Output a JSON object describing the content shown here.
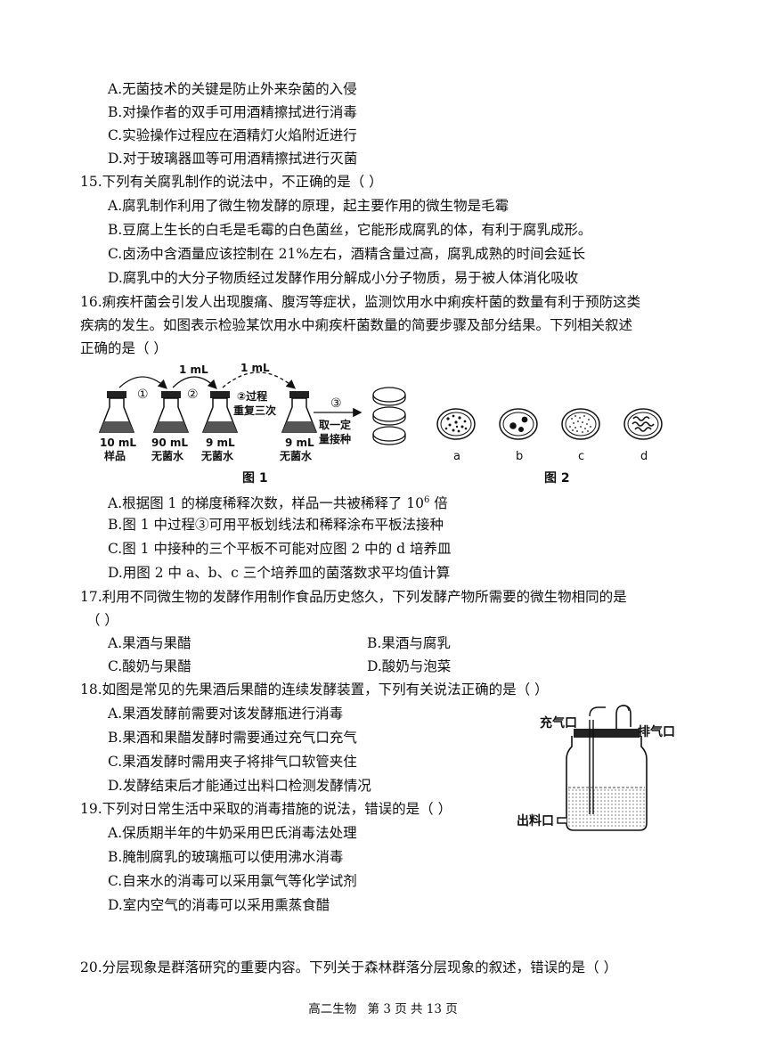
{
  "q14": {
    "a": "A.无菌技术的关键是防止外来杂菌的入侵",
    "b": "B.对操作者的双手可用酒精擦拭进行消毒",
    "c": "C.实验操作过程应在酒精灯火焰附近进行",
    "d": "D.对于玻璃器皿等可用酒精擦拭进行灭菌"
  },
  "q15": {
    "stem": "15.下列有关腐乳制作的说法中，不正确的是（    ）",
    "a": "A.腐乳制作利用了微生物发酵的原理，起主要作用的微生物是毛霉",
    "b": "B.豆腐上生长的白毛是毛霉的白色菌丝，它能形成腐乳的体，有利于腐乳成形。",
    "c": "C.卤汤中含酒量应该控制在 21%左右，酒精含量过高，腐乳成熟的时间会延长",
    "d": "D.腐乳中的大分子物质经过发酵作用分解成小分子物质，易于被人体消化吸收"
  },
  "q16": {
    "stem1": "16.痢疾杆菌会引发人出现腹痛、腹泻等症状，监测饮用水中痢疾杆菌的数量有利于预防这类",
    "stem2": "疾病的发生。如图表示检验某饮用水中痢疾杆菌数量的简要步骤及部分结果。下列相关叙述",
    "stem3": "正确的是（    ）",
    "figure1": {
      "caption": "图 1",
      "ml_1": "1 mL",
      "ml_2": "1 mL",
      "step1": "①",
      "step2": "②",
      "step2_repeat_a": "②过程",
      "step2_repeat_b": "重复三次",
      "step3": "③",
      "inoc_a": "取一定",
      "inoc_b": "量接种",
      "flasks": [
        {
          "vol": "10 mL",
          "label": "样品"
        },
        {
          "vol": "90 mL",
          "label": "无菌水"
        },
        {
          "vol": "9 mL",
          "label": "无菌水"
        },
        {
          "vol": "9 mL",
          "label": "无菌水"
        }
      ]
    },
    "figure2": {
      "caption": "图 2",
      "dishes": [
        "a",
        "b",
        "c",
        "d"
      ]
    },
    "a_pre": "A.根据图 1 的梯度稀释次数，样品一共被稀释了 10",
    "a_sup": "6",
    "a_post": " 倍",
    "b": "B.图 1 中过程③可用平板划线法和稀释涂布平板法接种",
    "c": "C.图 1 中接种的三个平板不可能对应图 2 中的 d 培养皿",
    "d": "D.用图 2 中 a、b、c 三个培养皿的菌落数求平均值计算"
  },
  "q17": {
    "stem1": "17.利用不同微生物的发酵作用制作食品历史悠久，下列发酵产物所需要的微生物相同的是",
    "stem2": "（    ）",
    "a": "A.果酒与果醋",
    "b": "B.果酒与腐乳",
    "c": "C.酸奶与果醋",
    "d": "D.酸奶与泡菜"
  },
  "q18": {
    "stem": "18.如图是常见的先果酒后果醋的连续发酵装置，下列有关说法正确的是（    ）",
    "a": "A.果酒发酵前需要对该发酵瓶进行消毒",
    "b": "B.果酒和果醋发酵时需要通过充气口充气",
    "c": "C.果酒发酵时需用夹子将排气口软管夹住",
    "d": "D.发酵结束后才能通过出料口检测发酵情况",
    "figure": {
      "inlet": "充气口",
      "outlet": "排气口",
      "discharge": "出料口"
    }
  },
  "q19": {
    "stem": "19.下列对日常生活中采取的消毒措施的说法，错误的是（    ）",
    "a": "A.保质期半年的牛奶采用巴氏消毒法处理",
    "b": "B.腌制腐乳的玻璃瓶可以使用沸水消毒",
    "c": "C.自来水的消毒可以采用氯气等化学试剂",
    "d": "D.室内空气的消毒可以采用熏蒸食醋"
  },
  "q20": {
    "stem": "20.分层现象是群落研究的重要内容。下列关于森林群落分层现象的叙述，错误的是（    ）"
  },
  "footer": {
    "subject": "高二生物",
    "page": "第 3 页 共 13 页"
  }
}
